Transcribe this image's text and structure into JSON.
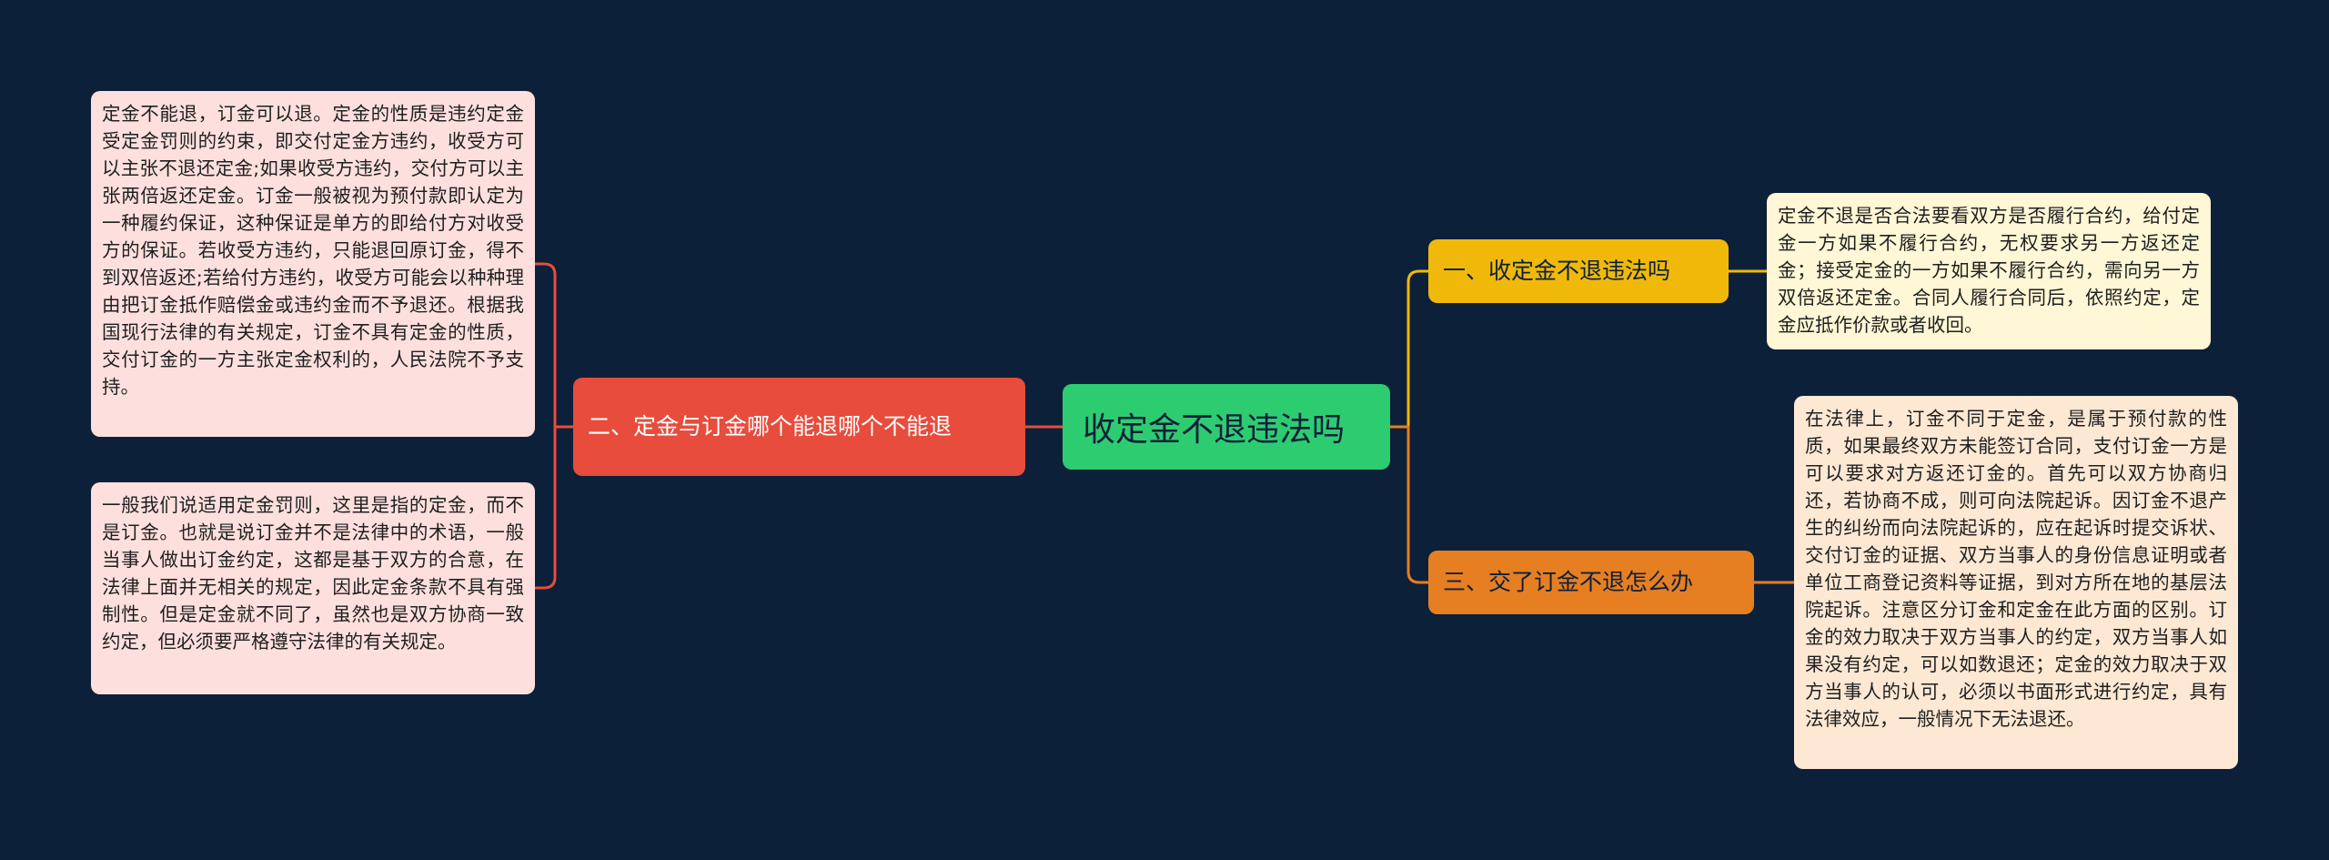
{
  "colors": {
    "background": "#0c2039",
    "center": "#2ecc71",
    "branch_1": "#f0b90a",
    "branch_2": "#e74c3c",
    "branch_3": "#e67e22",
    "leaf_1": "#fff7d6",
    "leaf_2": "#fde0de",
    "leaf_3": "#fde8d4"
  },
  "center": {
    "label": "收定金不退违法吗"
  },
  "branches": [
    {
      "label": "一、收定金不退违法吗",
      "leaves": [
        "定金不退是否合法要看双方是否履行合约，给付定金一方如果不履行合约，无权要求另一方返还定金；接受定金的一方如果不履行合约，需向另一方双倍返还定金。合同人履行合同后，依照约定，定金应抵作价款或者收回。"
      ]
    },
    {
      "label": "二、定金与订金哪个能退哪个不能退",
      "leaves": [
        "定金不能退，订金可以退。定金的性质是违约定金受定金罚则的约束，即交付定金方违约，收受方可以主张不退还定金;如果收受方违约，交付方可以主张两倍返还定金。订金一般被视为预付款即认定为一种履约保证，这种保证是单方的即给付方对收受方的保证。若收受方违约，只能退回原订金，得不到双倍返还;若给付方违约，收受方可能会以种种理由把订金抵作赔偿金或违约金而不予退还。根据我国现行法律的有关规定，订金不具有定金的性质，交付订金的一方主张定金权利的，人民法院不予支持。",
        "一般我们说适用定金罚则，这里是指的定金，而不是订金。也就是说订金并不是法律中的术语，一般当事人做出订金约定，这都是基于双方的合意，在法律上面并无相关的规定，因此定金条款不具有强制性。但是定金就不同了，虽然也是双方协商一致约定，但必须要严格遵守法律的有关规定。"
      ]
    },
    {
      "label": "三、交了订金不退怎么办",
      "leaves": [
        "在法律上，订金不同于定金，是属于预付款的性质，如果最终双方未能签订合同，支付订金一方是可以要求对方返还订金的。首先可以双方协商归还，若协商不成，则可向法院起诉。因订金不退产生的纠纷而向法院起诉的，应在起诉时提交诉状、交付订金的证据、双方当事人的身份信息证明或者单位工商登记资料等证据，到对方所在地的基层法院起诉。注意区分订金和定金在此方面的区别。订金的效力取决于双方当事人的约定，双方当事人如果没有约定，可以如数退还；定金的效力取决于双方当事人的认可，必须以书面形式进行约定，具有法律效应，一般情况下无法退还。"
      ]
    }
  ]
}
